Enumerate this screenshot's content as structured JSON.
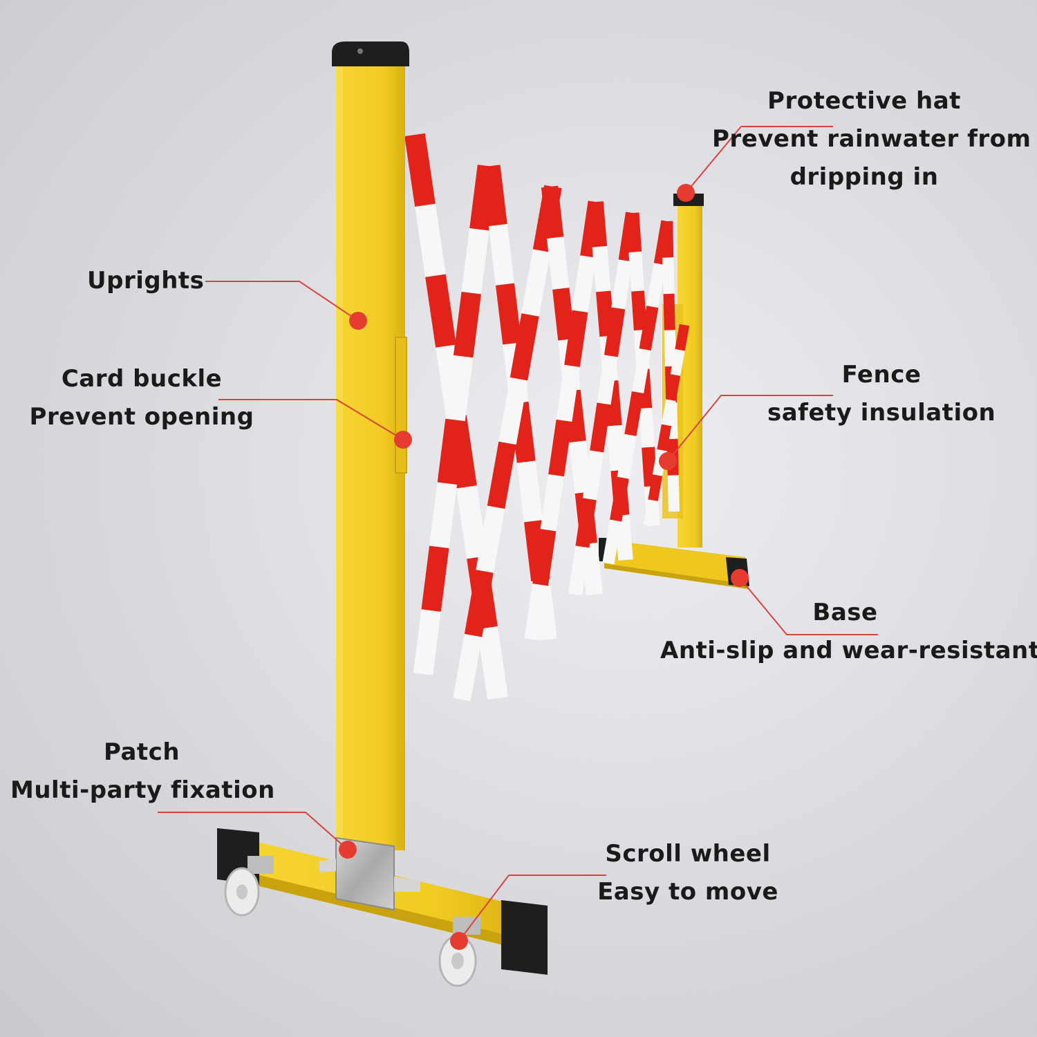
{
  "colors": {
    "yellow": "#f4cf2a",
    "yellow_dark": "#c9a30d",
    "red": "#e2231a",
    "white": "#f7f7f7",
    "black": "#1e1e1e",
    "leader": "#d9433a",
    "metal": "#b8b8b8"
  },
  "callouts": {
    "protective_hat": {
      "title": "Protective hat",
      "line1": "Prevent rainwater from",
      "line2": "dripping in"
    },
    "uprights": {
      "title": "Uprights"
    },
    "card_buckle": {
      "title": "Card buckle",
      "line1": "Prevent opening"
    },
    "fence": {
      "title": "Fence",
      "line1": "safety insulation"
    },
    "base": {
      "title": "Base",
      "line1": "Anti-slip and wear-resistant"
    },
    "patch": {
      "title": "Patch",
      "line1": "Multi-party fixation"
    },
    "scroll_wheel": {
      "title": "Scroll wheel",
      "line1": "Easy to move"
    }
  }
}
